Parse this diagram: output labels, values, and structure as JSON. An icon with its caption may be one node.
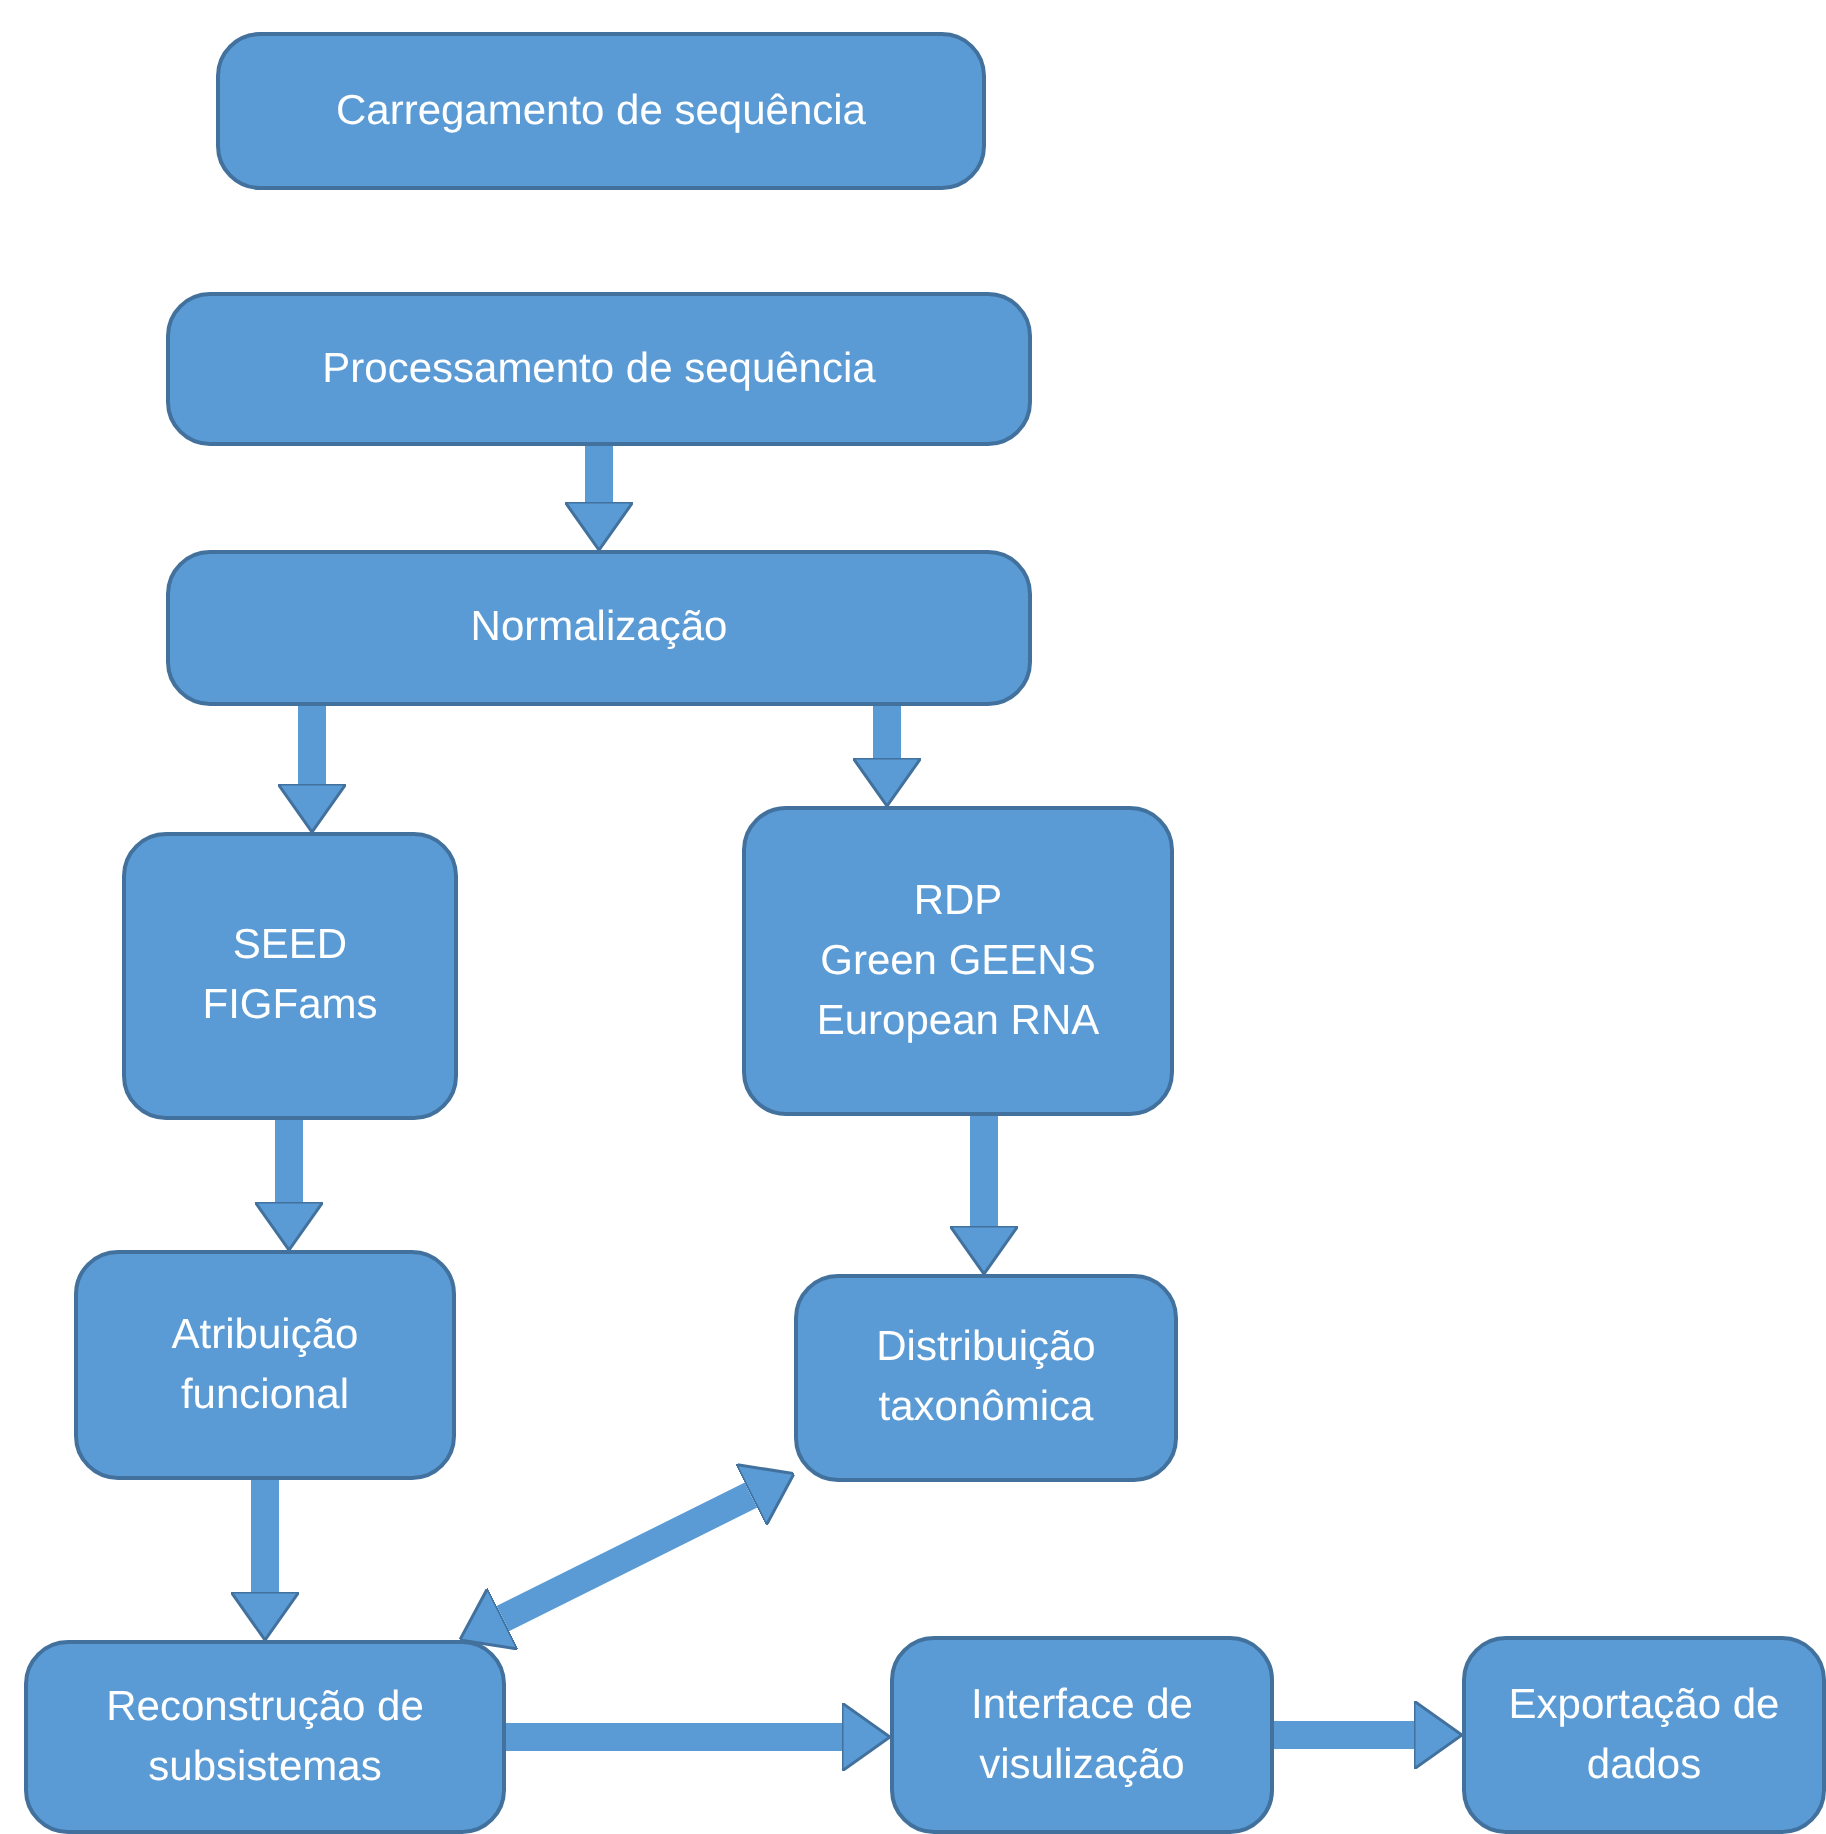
{
  "diagram": {
    "nodes": [
      {
        "text": [
          "Carregamento de sequência"
        ]
      },
      {
        "text": [
          "Processamento de sequência"
        ]
      },
      {
        "text": [
          "Normalização"
        ]
      },
      {
        "text": [
          "SEED",
          "FIGFams"
        ]
      },
      {
        "text": [
          "RDP",
          "Green GEENS",
          "European RNA"
        ]
      },
      {
        "text": [
          "Atribuição funcional"
        ]
      },
      {
        "text": [
          "Distribuição taxonômica"
        ]
      },
      {
        "text": [
          "Reconstrução de subsistemas"
        ]
      },
      {
        "text": [
          "Interface de visulização"
        ]
      },
      {
        "text": [
          "Exportação de dados"
        ]
      }
    ],
    "edges": [
      {
        "from": 1,
        "to": 2,
        "arrow": "to"
      },
      {
        "from": 2,
        "to": 3,
        "arrow": "to"
      },
      {
        "from": 2,
        "to": 4,
        "arrow": "to"
      },
      {
        "from": 3,
        "to": 5,
        "arrow": "to"
      },
      {
        "from": 4,
        "to": 6,
        "arrow": "to"
      },
      {
        "from": 5,
        "to": 7,
        "arrow": "to"
      },
      {
        "from": 7,
        "to": 6,
        "arrow": "both"
      },
      {
        "from": 7,
        "to": 8,
        "arrow": "to"
      },
      {
        "from": 8,
        "to": 9,
        "arrow": "to"
      }
    ]
  }
}
